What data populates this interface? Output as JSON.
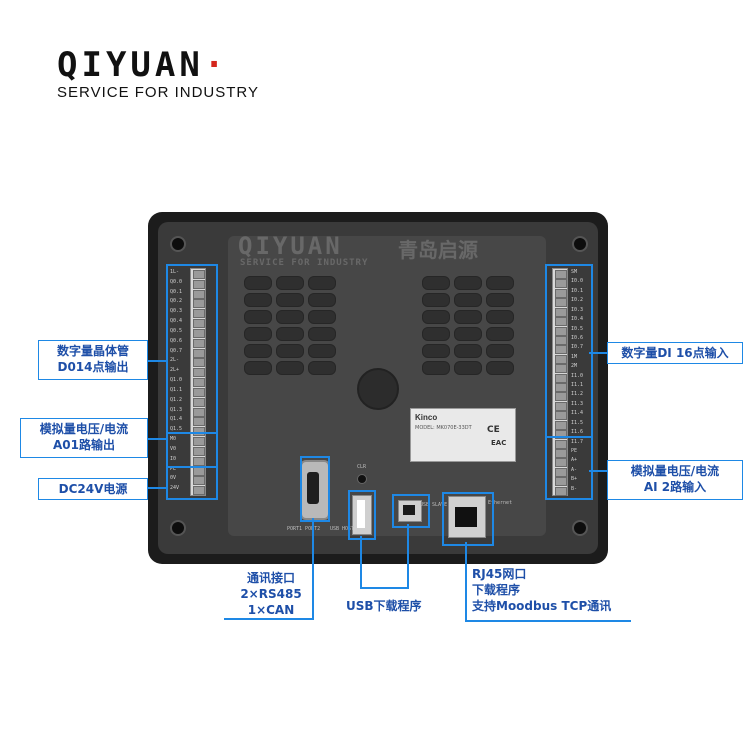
{
  "brand": {
    "name": "QIYUAN",
    "tagline": "SERVICE FOR INDUSTRY",
    "cn_name": "青岛启源"
  },
  "colors": {
    "accent": "#1e88e5",
    "text_blue": "#1e4fa8",
    "device_body": "#1c1c1c"
  },
  "label_plate": {
    "maker": "Kinco",
    "model": "MODEL: MK070E-33DT",
    "ce": "CE",
    "eac": "EAC"
  },
  "ports": {
    "com_label": "PORT1 PORT2",
    "usb_host": "USB HOST",
    "usb_slave": "USB SLAVE",
    "ethernet": "Ethernet",
    "clr": "CLR"
  },
  "left_terminal_labels": [
    "1L-",
    "Q0.0",
    "Q0.1",
    "Q0.2",
    "Q0.3",
    "Q0.4",
    "Q0.5",
    "Q0.6",
    "Q0.7",
    "2L-",
    "2L+",
    "Q1.0",
    "Q1.1",
    "Q1.2",
    "Q1.3",
    "Q1.4",
    "Q1.5",
    "M0",
    "V0",
    "I0",
    "PE",
    "0V",
    "24V"
  ],
  "right_terminal_labels": [
    "SM",
    "I0.0",
    "I0.1",
    "I0.2",
    "I0.3",
    "I0.4",
    "I0.5",
    "I0.6",
    "I0.7",
    "1M",
    "2M",
    "I1.0",
    "I1.1",
    "I1.2",
    "I1.3",
    "I1.4",
    "I1.5",
    "I1.6",
    "I1.7",
    "PE",
    "A+",
    "A-",
    "B+",
    "B-"
  ],
  "callouts": {
    "left_digital": [
      "数字量晶体管",
      "D014点输出"
    ],
    "left_analog": [
      "模拟量电压/电流",
      "A01路输出"
    ],
    "left_power": "DC24V电源",
    "right_digital": "数字量DI 16点输入",
    "right_analog": [
      "模拟量电压/电流",
      "AI 2路输入"
    ],
    "comm": [
      "通讯接口",
      "2×RS485",
      "1×CAN"
    ],
    "usb": "USB下载程序",
    "rj45": [
      "RJ45网口",
      "下载程序",
      "支持Moodbus TCP通讯"
    ]
  }
}
